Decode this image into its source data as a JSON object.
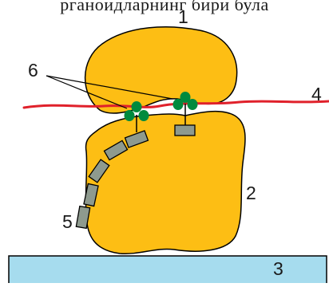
{
  "caption": "рганоидларнинг бири була",
  "labels": {
    "large_subunit": "1",
    "small_subunit": "2",
    "membrane": "3",
    "mrna": "4",
    "polypeptide": "5",
    "trna": "6"
  },
  "colors": {
    "subunit_fill": "#FDBE14",
    "subunit_stroke": "#000000",
    "mrna": "#E0212B",
    "membrane_fill": "#A6DCEE",
    "trna_leaf": "#008A3E",
    "peptide_fill": "#8E9A8E"
  }
}
